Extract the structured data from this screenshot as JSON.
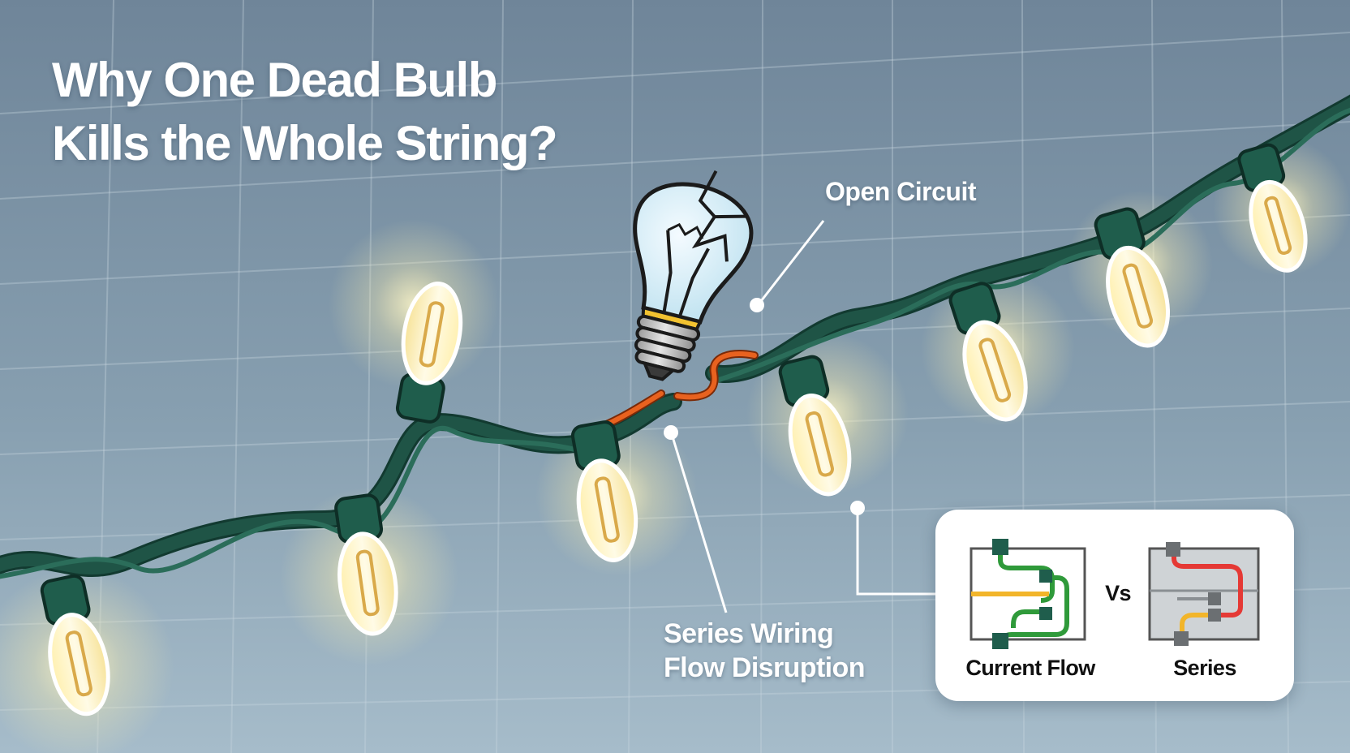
{
  "title": {
    "line1": "Why One Dead Bulb",
    "line2": "Kills the Whole String?"
  },
  "callouts": {
    "open_circuit": "Open Circuit",
    "series_wiring_line1": "Series Wiring",
    "series_wiring_line2": "Flow Disruption"
  },
  "comparison": {
    "left_label": "Current Flow",
    "vs_label": "Vs",
    "right_label": "Series"
  },
  "colors": {
    "background_top": "#71879a",
    "background_bottom": "#a4bac8",
    "wire": "#1f5446",
    "socket": "#1f5d4c",
    "bulb_glow": "#fff6cf",
    "broken_wire": "#e8621f",
    "diagram_green": "#2f9a3a",
    "diagram_yellow": "#f2b52a",
    "diagram_red": "#e53935"
  },
  "icons": {
    "dead_bulb": "broken-lightbulb-icon",
    "lit_bulb": "glowing-bulb-icon"
  }
}
